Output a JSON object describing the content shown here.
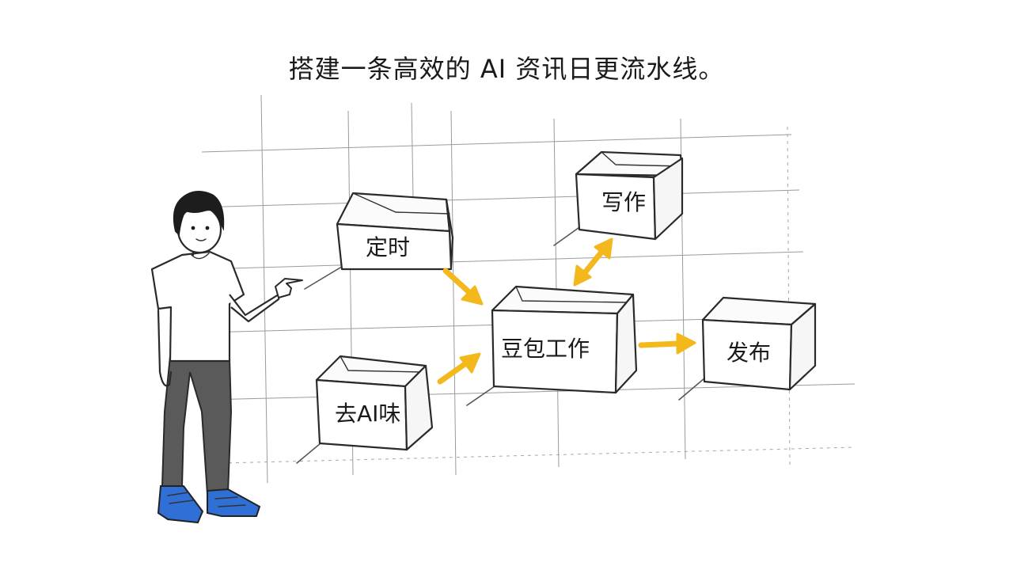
{
  "title": "搭建一条高效的 AI 资讯日更流水线。",
  "boxes": {
    "timer": "定时",
    "doubao": "豆包工作",
    "writing": "写作",
    "publish": "发布",
    "deai": "去AI味"
  },
  "colors": {
    "arrow": "#f2b81c",
    "shoes": "#2f6fd6",
    "pants": "#5a5a5a"
  }
}
